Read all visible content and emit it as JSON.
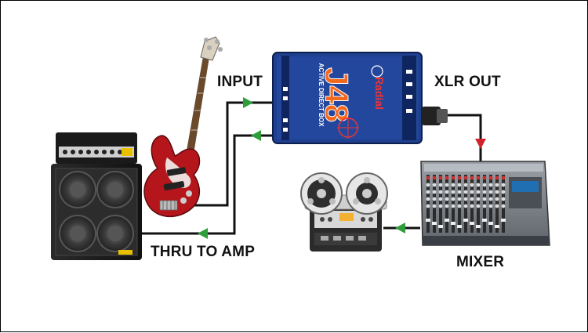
{
  "labels": {
    "input": "INPUT",
    "xlr_out": "XLR OUT",
    "thru_to_amp": "THRU TO AMP",
    "mixer": "MIXER"
  },
  "device": {
    "brand": "Radial",
    "model": "J48",
    "subtitle": "ACTIVE DIRECT BOX"
  },
  "colors": {
    "cable": "#111111",
    "arrow_green": "#2e9e3a",
    "arrow_red": "#d4202a",
    "di_blue": "#1f3f8f",
    "guitar_red": "#b4161c"
  }
}
